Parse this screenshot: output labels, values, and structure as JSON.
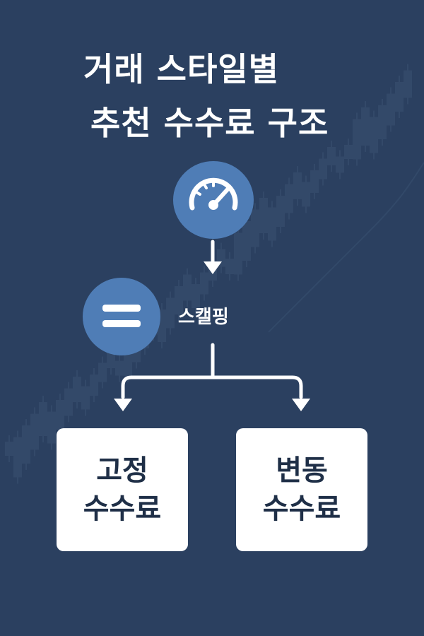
{
  "title": {
    "line1": "거래 스타일별",
    "line2": "추천 수수료 구조"
  },
  "nodes": {
    "top_icon": "speedometer-icon",
    "style_icon": "equals-icon",
    "style_label": "스캘핑"
  },
  "options": [
    {
      "line1": "고정",
      "line2": "수수료"
    },
    {
      "line1": "변동",
      "line2": "수수료"
    }
  ],
  "colors": {
    "background": "#2b4060",
    "circle": "#4f7db6",
    "card": "#ffffff",
    "card_text": "#1f2f47",
    "arrow": "#ffffff"
  }
}
